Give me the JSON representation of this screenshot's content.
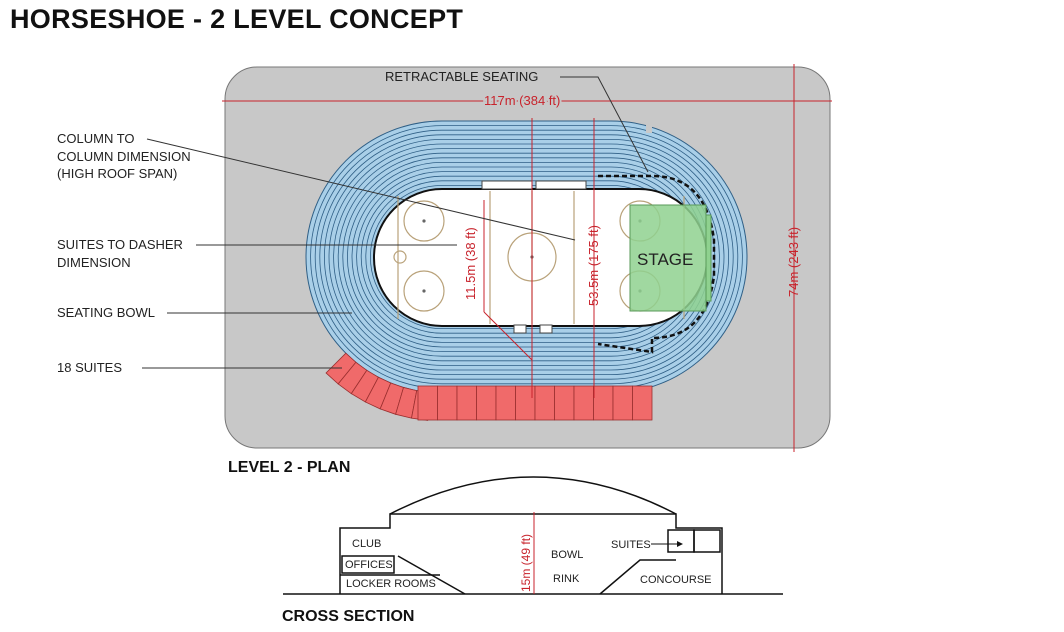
{
  "title": "HORSESHOE - 2 LEVEL CONCEPT",
  "plan": {
    "caption": "LEVEL 2  - PLAN",
    "labels": {
      "retractable": "RETRACTABLE SEATING",
      "column_1": "COLUMN TO",
      "column_2": "COLUMN DIMENSION",
      "column_3": "(HIGH ROOF SPAN)",
      "suites_dasher_1": "SUITES TO DASHER",
      "suites_dasher_2": "DIMENSION",
      "seating_bowl": "SEATING BOWL",
      "suites18": "18 SUITES",
      "stage": "STAGE"
    },
    "dimensions": {
      "width": "117m (384 ft)",
      "height": "74m (243 ft)",
      "column_span": "53.5m (175 ft)",
      "suites_dasher": "11.5m (38 ft)"
    }
  },
  "section": {
    "caption": "CROSS SECTION",
    "labels": {
      "club": "CLUB",
      "offices": "OFFICES",
      "locker": "LOCKER ROOMS",
      "bowl": "BOWL",
      "rink": "RINK",
      "suites": "SUITES",
      "concourse": "CONCOURSE",
      "height": "15m (49 ft)"
    }
  },
  "colors": {
    "site": "#c8c8c8",
    "seating": "#a9cfe8",
    "seating_line": "#2f5f86",
    "suites": "#f06a6a",
    "stage": "#8fd18f",
    "dimension": "#c8232c"
  }
}
